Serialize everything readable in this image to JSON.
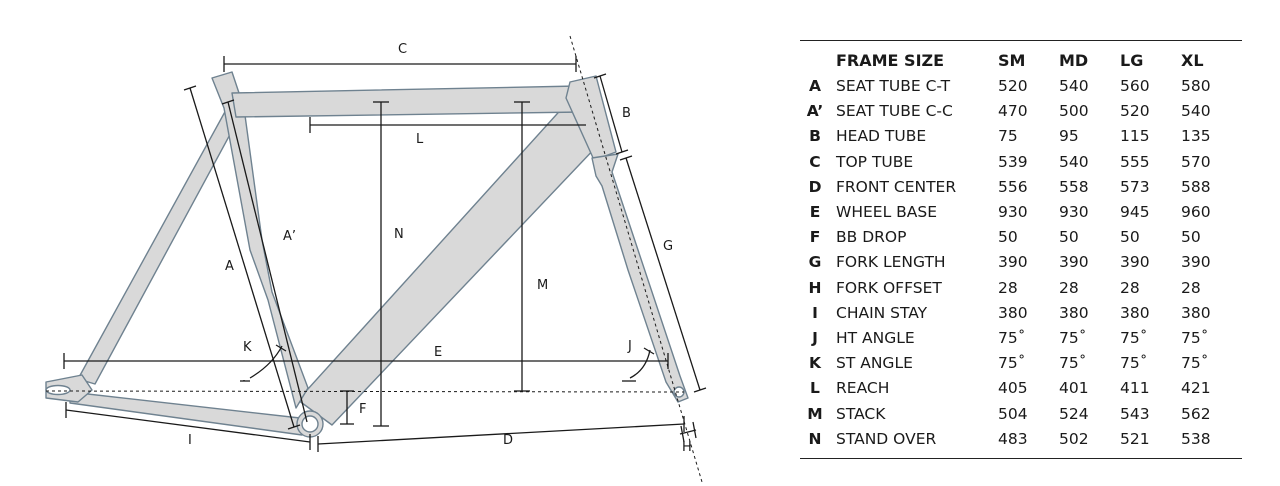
{
  "diagram": {
    "labels": {
      "A": "A",
      "A_prime": "A’",
      "B": "B",
      "C": "C",
      "D": "D",
      "E": "E",
      "F": "F",
      "G": "G",
      "H": "H",
      "I": "I",
      "J": "J",
      "K": "K",
      "L": "L",
      "M": "M",
      "N": "N"
    },
    "colors": {
      "tube_fill": "#d9d9d9",
      "tube_stroke": "#6f8290",
      "dim_line": "#1a1a1a"
    }
  },
  "table": {
    "headers": [
      "",
      "FRAME SIZE",
      "SM",
      "MD",
      "LG",
      "XL"
    ],
    "rows": [
      {
        "letter": "A",
        "name": "SEAT TUBE C-T",
        "values": [
          "520",
          "540",
          "560",
          "580"
        ]
      },
      {
        "letter": "A’",
        "name": "SEAT TUBE C-C",
        "values": [
          "470",
          "500",
          "520",
          "540"
        ]
      },
      {
        "letter": "B",
        "name": "HEAD TUBE",
        "values": [
          "75",
          "95",
          "115",
          "135"
        ]
      },
      {
        "letter": "C",
        "name": "TOP TUBE",
        "values": [
          "539",
          "540",
          "555",
          "570"
        ]
      },
      {
        "letter": "D",
        "name": "FRONT CENTER",
        "values": [
          "556",
          "558",
          "573",
          "588"
        ]
      },
      {
        "letter": "E",
        "name": "WHEEL BASE",
        "values": [
          "930",
          "930",
          "945",
          "960"
        ]
      },
      {
        "letter": "F",
        "name": "BB DROP",
        "values": [
          "50",
          "50",
          "50",
          "50"
        ]
      },
      {
        "letter": "G",
        "name": "FORK LENGTH",
        "values": [
          "390",
          "390",
          "390",
          "390"
        ]
      },
      {
        "letter": "H",
        "name": "FORK OFFSET",
        "values": [
          "28",
          "28",
          "28",
          "28"
        ]
      },
      {
        "letter": "I",
        "name": "CHAIN STAY",
        "values": [
          "380",
          "380",
          "380",
          "380"
        ]
      },
      {
        "letter": "J",
        "name": "HT ANGLE",
        "values": [
          "75˚",
          "75˚",
          "75˚",
          "75˚"
        ]
      },
      {
        "letter": "K",
        "name": "ST ANGLE",
        "values": [
          "75˚",
          "75˚",
          "75˚",
          "75˚"
        ]
      },
      {
        "letter": "L",
        "name": "REACH",
        "values": [
          "405",
          "401",
          "411",
          "421"
        ]
      },
      {
        "letter": "M",
        "name": "STACK",
        "values": [
          "504",
          "524",
          "543",
          "562"
        ]
      },
      {
        "letter": "N",
        "name": "STAND OVER",
        "values": [
          "483",
          "502",
          "521",
          "538"
        ]
      }
    ]
  }
}
